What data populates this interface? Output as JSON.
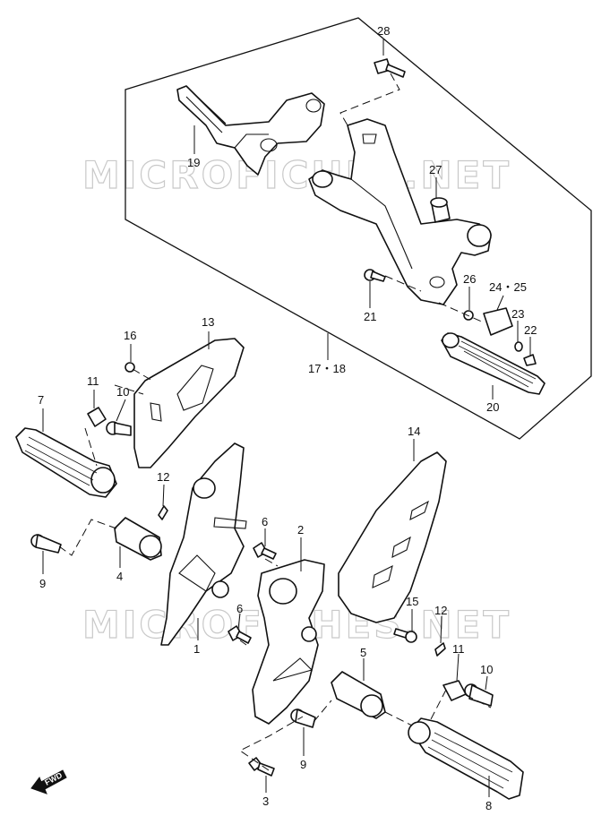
{
  "watermark": "MICROFICHES.NET",
  "direction_label": "FWD",
  "callouts": {
    "c1": "1",
    "c2": "2",
    "c3": "3",
    "c4": "4",
    "c5": "5",
    "c6a": "6",
    "c6b": "6",
    "c7": "7",
    "c8": "8",
    "c9a": "9",
    "c9b": "9",
    "c10a": "10",
    "c10b": "10",
    "c11a": "11",
    "c11b": "11",
    "c12a": "12",
    "c12b": "12",
    "c13": "13",
    "c14": "14",
    "c15": "15",
    "c16": "16",
    "c17_18": "17・18",
    "c19": "19",
    "c20": "20",
    "c21": "21",
    "c22": "22",
    "c23": "23",
    "c24_25": "24・25",
    "c26": "26",
    "c27": "27",
    "c28": "28"
  }
}
